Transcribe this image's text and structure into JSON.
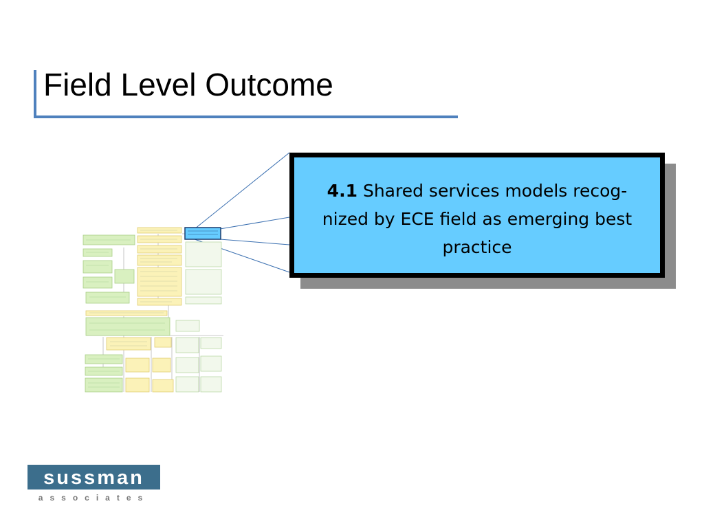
{
  "slide": {
    "title": "Field Level Outcome"
  },
  "callout": {
    "number": "4.1",
    "text": "Shared services models recog-nized by ECE field as emerging best practice"
  },
  "logo": {
    "name": "sussman",
    "tagline": "associates"
  },
  "colors": {
    "accent": "#4f81bd",
    "callout_fill": "#66ccff",
    "green_box": "#d9f0c0",
    "yellow_box": "#fbf2b8",
    "logo_bg": "#3c6e8c"
  }
}
